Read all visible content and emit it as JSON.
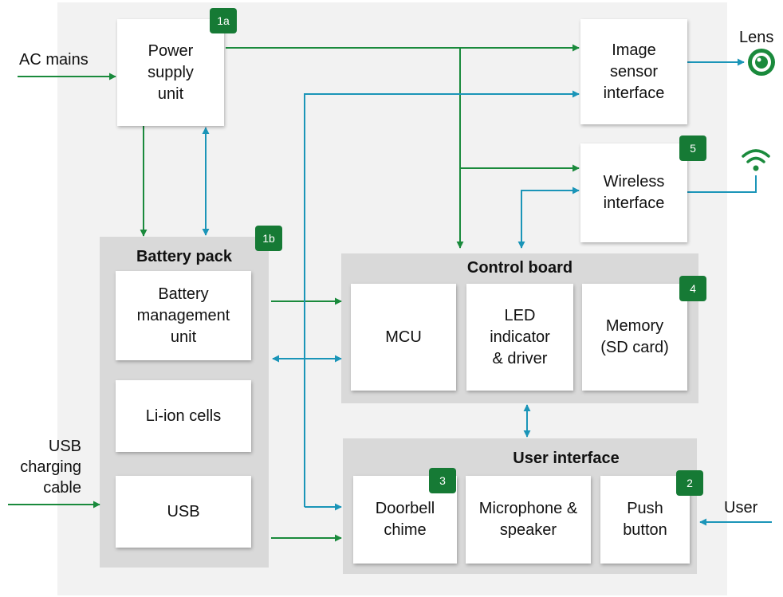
{
  "blocks": {
    "power_supply": "Power\nsupply\nunit",
    "image_sensor": "Image\nsensor\ninterface",
    "wireless": "Wireless\ninterface",
    "bms": "Battery\nmanagement\nunit",
    "cells": "Li-ion cells",
    "usb": "USB",
    "mcu": "MCU",
    "led": "LED\nindicator\n& driver",
    "memory": "Memory\n(SD card)",
    "chime": "Doorbell\nchime",
    "mic": "Microphone &\nspeaker",
    "push": "Push\nbutton"
  },
  "groups": {
    "battery_pack": "Battery pack",
    "control_board": "Control board",
    "user_interface": "User interface"
  },
  "badges": {
    "b1a": "1a",
    "b1b": "1b",
    "b2": "2",
    "b3": "3",
    "b4": "4",
    "b5": "5"
  },
  "external": {
    "ac_mains": "AC mains",
    "usb_cable": "USB\ncharging\ncable",
    "lens": "Lens",
    "user": "User"
  },
  "colors": {
    "power_line": "#1a8a3c",
    "data_line": "#1b95b8",
    "badge": "#167a35",
    "group_bg": "#d9d9d9",
    "canvas_bg": "#f2f2f2"
  }
}
